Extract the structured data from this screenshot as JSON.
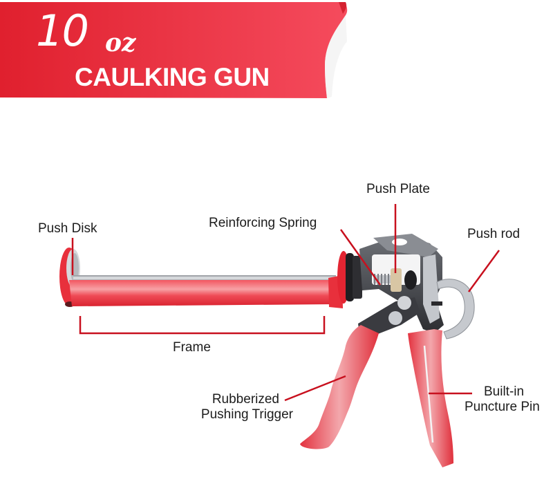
{
  "header": {
    "size_number": "10",
    "size_unit": "oz",
    "product_name": "CAULKING GUN",
    "banner_color_start": "#e0202e",
    "banner_color_end": "#f54b5d"
  },
  "labels": {
    "push_disk": "Push Disk",
    "reinforcing_spring": "Reinforcing Spring",
    "push_plate": "Push Plate",
    "push_rod": "Push rod",
    "frame": "Frame",
    "trigger_line1": "Rubberized",
    "trigger_line2": "Pushing Trigger",
    "pin_line1": "Built-in",
    "pin_line2": "Puncture Pin"
  },
  "colors": {
    "leader_line": "#c8101e",
    "gun_red": "#ee3a45",
    "metal_dark": "#3a3a3e",
    "metal_light": "#c9ccd1"
  }
}
